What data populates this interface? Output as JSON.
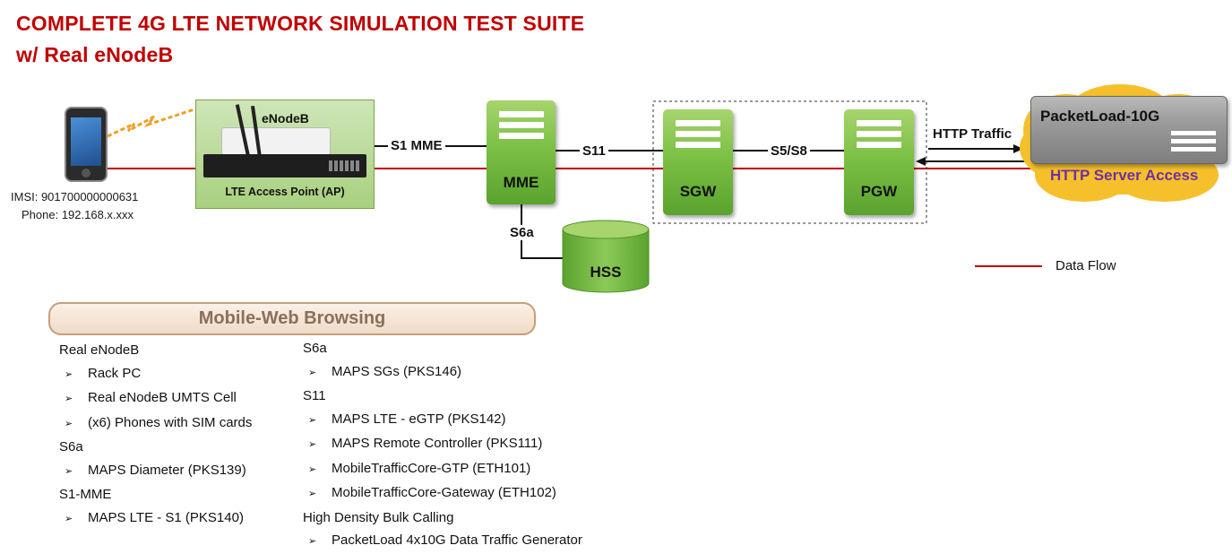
{
  "title_line1": "COMPLETE 4G LTE NETWORK SIMULATION TEST SUITE",
  "title_line2": "w/ Real eNodeB",
  "phone": {
    "imsi": "IMSI: 901700000000631",
    "ip": "Phone: 192.168.x.xxx"
  },
  "enodeb": {
    "label": "eNodeB",
    "caption": "LTE Access Point (AP)"
  },
  "links": {
    "s1mme": "S1 MME",
    "s11": "S11",
    "s5s8": "S5/S8",
    "s6a": "S6a",
    "http": "HTTP Traffic"
  },
  "nodes": {
    "mme": "MME",
    "sgw": "SGW",
    "pgw": "PGW",
    "hss": "HSS"
  },
  "packetload": {
    "name": "PacketLoad-10G",
    "caption": "HTTP Server Access"
  },
  "legend": {
    "data_flow": "Data Flow"
  },
  "colors": {
    "title": "#c00000",
    "data_flow": "#c00000",
    "node_green": "#7cc045",
    "cloud": "#f6c02c",
    "server_access": "#7030a0"
  },
  "banner": "Mobile-Web Browsing",
  "col1": [
    {
      "kind": "h",
      "text": "Real eNodeB"
    },
    {
      "kind": "b",
      "text": "Rack PC"
    },
    {
      "kind": "b",
      "text": "Real eNodeB UMTS Cell"
    },
    {
      "kind": "b",
      "text": "(x6) Phones with SIM cards"
    },
    {
      "kind": "h",
      "text": "S6a"
    },
    {
      "kind": "b",
      "text": "MAPS Diameter (PKS139)"
    },
    {
      "kind": "h",
      "text": "S1-MME"
    },
    {
      "kind": "b",
      "text": "MAPS LTE - S1 (PKS140)"
    }
  ],
  "col2": [
    {
      "kind": "h",
      "text": "S6a"
    },
    {
      "kind": "b",
      "text": "MAPS SGs (PKS146)"
    },
    {
      "kind": "h",
      "text": "S11"
    },
    {
      "kind": "b",
      "text": "MAPS LTE - eGTP (PKS142)"
    },
    {
      "kind": "b",
      "text": "MAPS Remote Controller (PKS111)"
    },
    {
      "kind": "b",
      "text": "MobileTrafficCore-GTP (ETH101)"
    },
    {
      "kind": "b",
      "text": "MobileTrafficCore-Gateway (ETH102)"
    },
    {
      "kind": "h",
      "text": "High Density Bulk Calling"
    },
    {
      "kind": "b",
      "text": "PacketLoad 4x10G Data Traffic Generator"
    }
  ]
}
